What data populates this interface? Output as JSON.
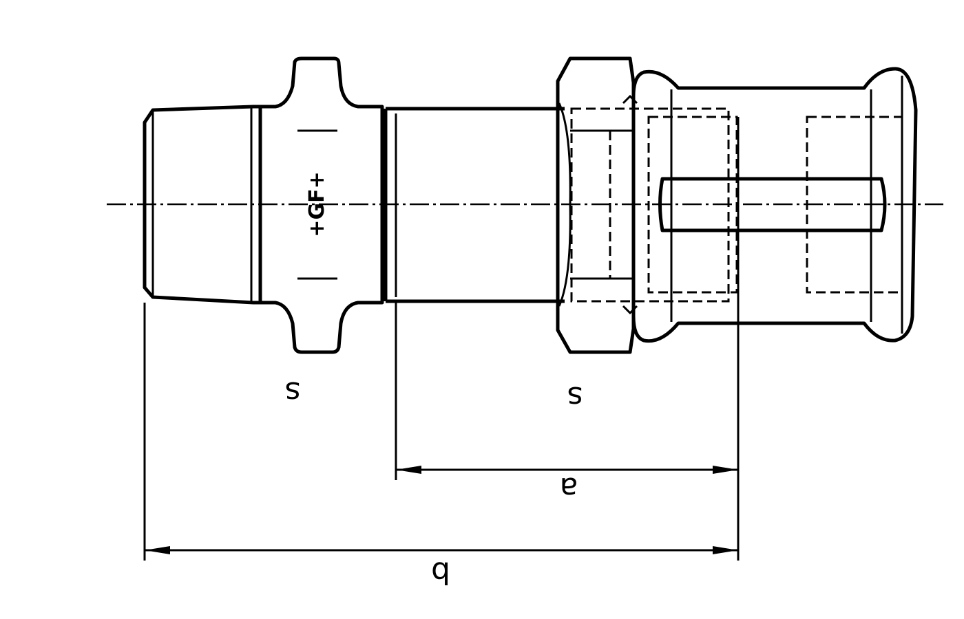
{
  "drawing": {
    "logo": "+GF+",
    "labels": {
      "s_left": "s",
      "s_right": "s",
      "a": "a",
      "b": "b"
    },
    "line_color": "#000000",
    "background": "#ffffff"
  }
}
